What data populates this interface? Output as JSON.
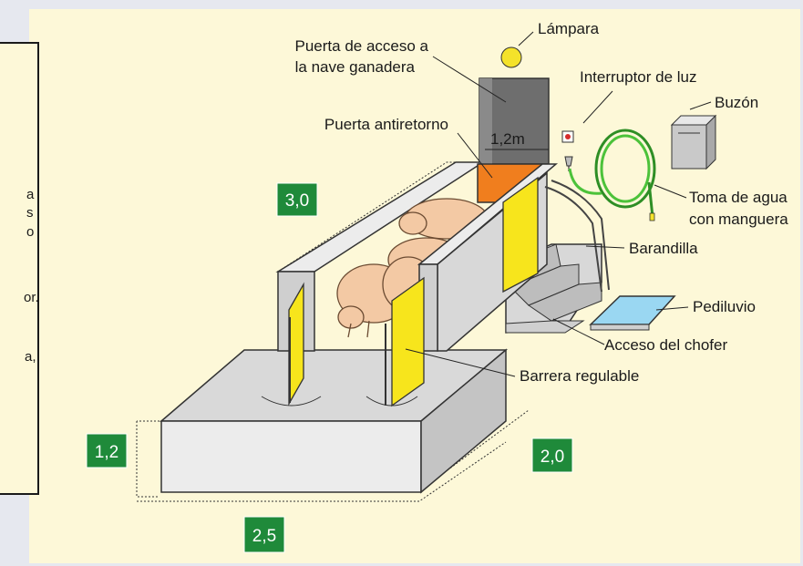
{
  "labels": {
    "lampara": "Lámpara",
    "puerta_acceso_1": "Puerta de acceso a",
    "puerta_acceso_2": "la nave ganadera",
    "interruptor": "Interruptor de luz",
    "buzon": "Buzón",
    "puerta_antiretorno": "Puerta antiretorno",
    "ancho_puerta": "1,2m",
    "toma_agua_1": "Toma de agua",
    "toma_agua_2": "con manguera",
    "barandilla": "Barandilla",
    "pediluvio": "Pediluvio",
    "acceso_chofer": "Acceso del chofer",
    "barrera": "Barrera regulable"
  },
  "dimensions": {
    "largo_pasillo": "3,0",
    "altura_muelle": "1,2",
    "ancho_muelle": "2,0",
    "largo_muelle": "2,5"
  },
  "side_panel_fragments": [
    "a",
    "s",
    "o",
    "or.",
    "a,"
  ],
  "colors": {
    "background": "#fdf8d8",
    "dimension_box": "#1f8a3a",
    "barrier_yellow": "#f7e51c",
    "door_orange": "#f07e1e",
    "door_grey": "#6e6e6e",
    "hose_green": "#4cc23a",
    "water_blue": "#9ad7f2",
    "pig_pink": "#f3c9a4"
  },
  "icons": [
    "lamp-icon",
    "light-switch-icon",
    "mailbox-icon",
    "water-tap-icon",
    "hose-icon"
  ]
}
